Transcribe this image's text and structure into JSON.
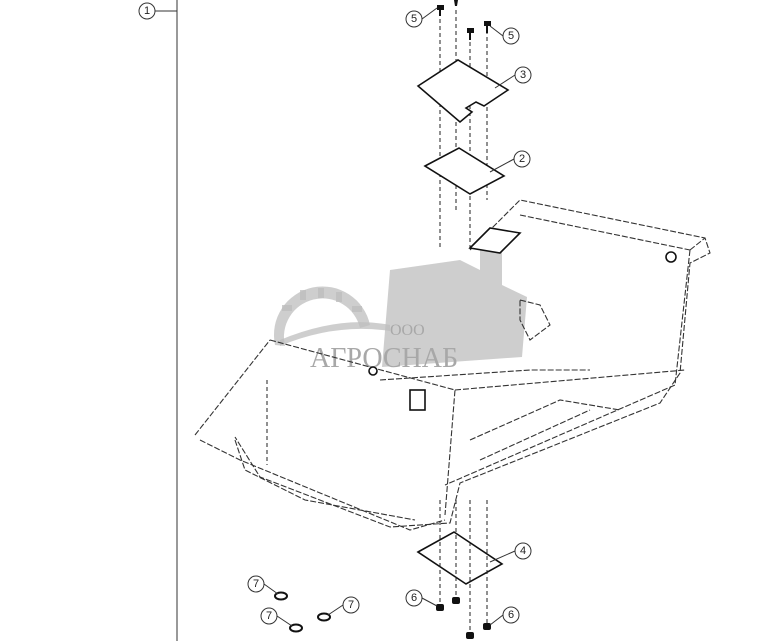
{
  "diagram": {
    "callouts": [
      "1",
      "5",
      "5",
      "3",
      "2",
      "4",
      "7",
      "7",
      "7",
      "6",
      "6"
    ],
    "watermark": {
      "prefix": "ООО",
      "name": "АГРОСНАБ"
    }
  }
}
